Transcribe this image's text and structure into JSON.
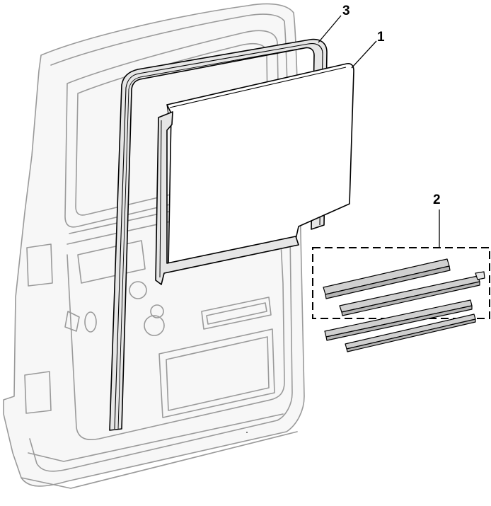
{
  "callouts": {
    "c1": {
      "label": "1"
    },
    "c2": {
      "label": "2"
    },
    "c3": {
      "label": "3"
    }
  },
  "colors": {
    "door_outline": "#9a9a9a",
    "door_fill": "#f7f7f7",
    "part_outline": "#000000",
    "seal_fill": "#e6e6e6",
    "channel_fill": "#c8c8c8",
    "glass_fill": "#ffffff"
  }
}
